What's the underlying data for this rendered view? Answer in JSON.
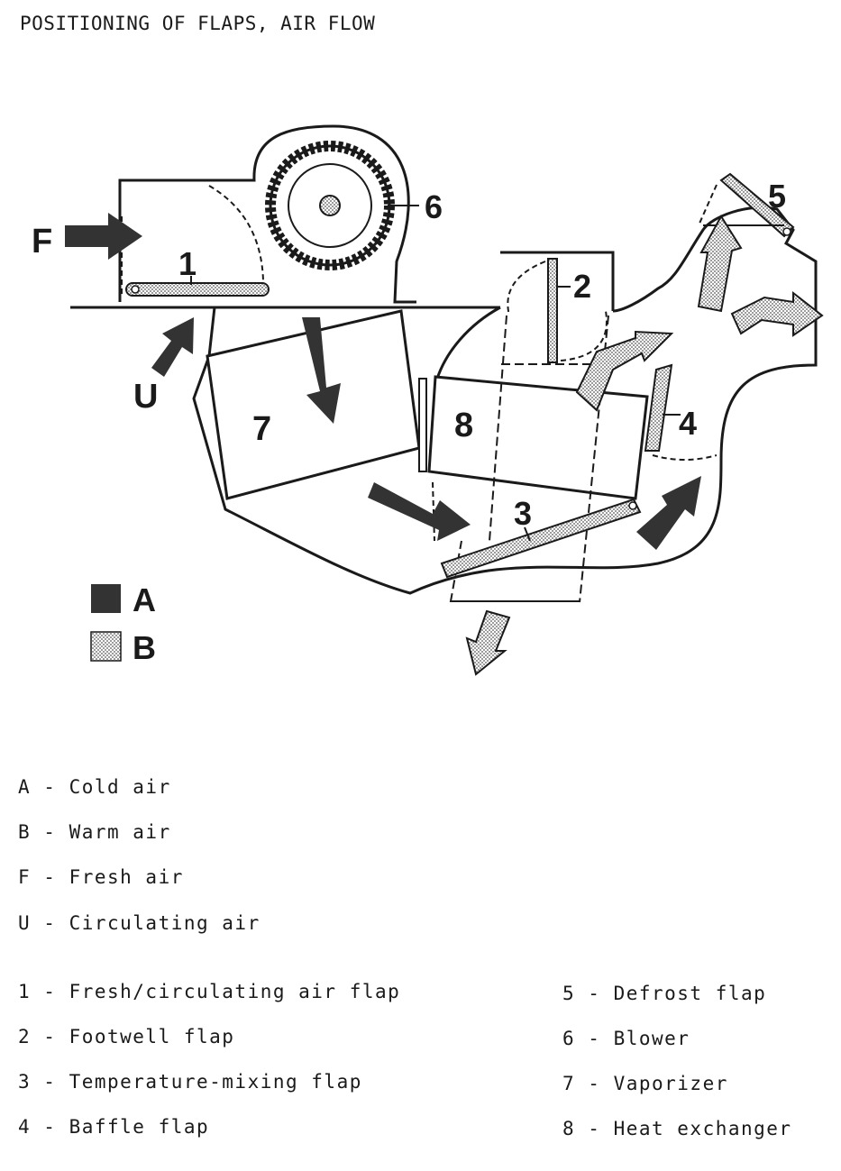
{
  "title": "POSITIONING OF FLAPS, AIR FLOW",
  "diagram": {
    "labels": {
      "fresh": "F",
      "circulating": "U",
      "flap1": "1",
      "flap2": "2",
      "flap3": "3",
      "flap4": "4",
      "flap5": "5",
      "blower": "6",
      "vaporizer": "7",
      "heat_exchanger": "8"
    },
    "key": {
      "cold": "A",
      "warm": "B"
    }
  },
  "legend": {
    "air_types": [
      "A - Cold air",
      "B - Warm air",
      "F - Fresh air",
      "U - Circulating air"
    ],
    "components_left": [
      "1 - Fresh/circulating air flap",
      "2 - Footwell flap",
      "3 - Temperature-mixing flap",
      "4 - Baffle flap"
    ],
    "components_right": [
      "5 - Defrost flap",
      "6 - Blower",
      "7 - Vaporizer",
      "8 - Heat exchanger"
    ]
  }
}
